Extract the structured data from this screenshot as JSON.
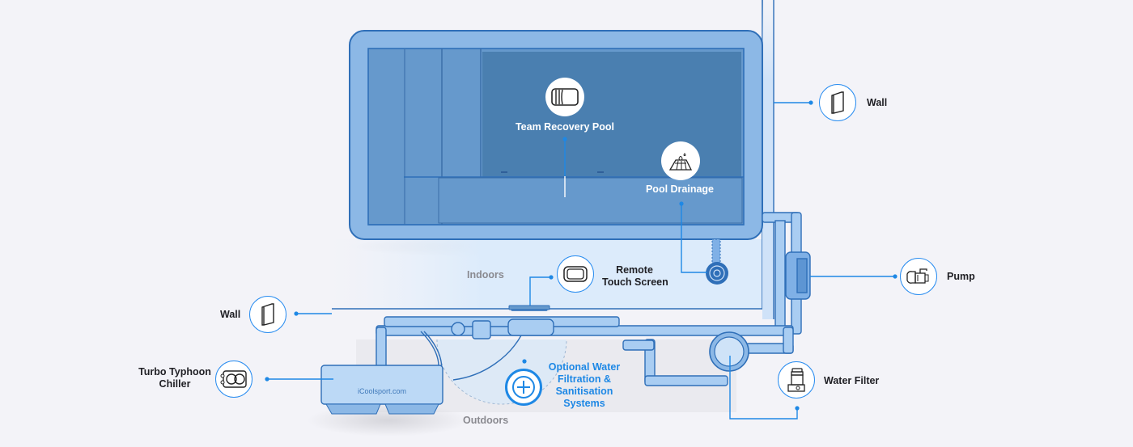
{
  "diagram": {
    "title": "Team Recovery Pool system layout",
    "zones": {
      "indoors": "Indoors",
      "outdoors": "Outdoors"
    },
    "brand_text": "iCoolsport.com",
    "colors": {
      "background": "#f3f3f8",
      "pool_dark": "#4a7fb0",
      "pool_mid": "#6699cc",
      "pool_light": "#8cb8e6",
      "pipe": "#7fb0e6",
      "pipe_stroke": "#2f6fb8",
      "accent": "#2a8df0",
      "label_text": "#1f1f24",
      "zone_text": "#8a8a90",
      "optional_text": "#1e88e5"
    },
    "components": [
      {
        "id": "team-recovery-pool",
        "label": "Team Recovery Pool",
        "icon": "pool-icon"
      },
      {
        "id": "pool-drainage",
        "label": "Pool Drainage",
        "icon": "drainage-icon"
      },
      {
        "id": "wall-right",
        "label": "Wall",
        "icon": "wall-icon"
      },
      {
        "id": "remote-touch-screen",
        "label": "Remote\nTouch Screen",
        "label_line1": "Remote",
        "label_line2": "Touch Screen",
        "icon": "touch-screen-icon"
      },
      {
        "id": "pump",
        "label": "Pump",
        "icon": "pump-icon"
      },
      {
        "id": "wall-left",
        "label": "Wall",
        "icon": "wall-icon"
      },
      {
        "id": "turbo-typhoon-chiller",
        "label_line1": "Turbo Typhoon",
        "label_line2": "Chiller",
        "icon": "chiller-icon"
      },
      {
        "id": "optional-water-filtration",
        "label_line1": "Optional Water",
        "label_line2": "Filtration &",
        "label_line3": "Sanitisation",
        "label_line4": "Systems",
        "icon": "plus-icon"
      },
      {
        "id": "water-filter",
        "label": "Water Filter",
        "icon": "water-filter-icon"
      }
    ]
  }
}
